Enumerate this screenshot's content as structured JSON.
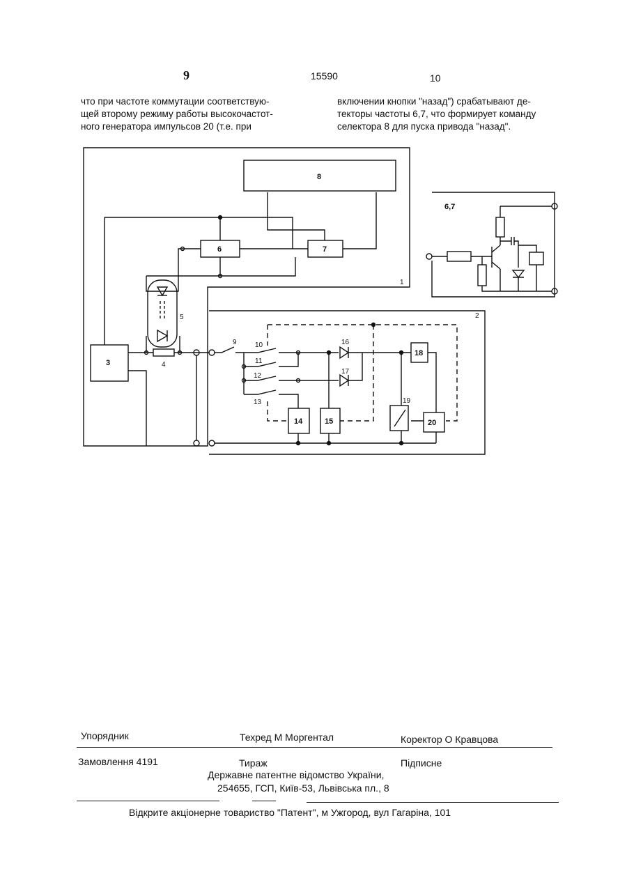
{
  "header": {
    "page_left": "9",
    "patent_number": "15590",
    "page_right": "10"
  },
  "text": {
    "left_lines": [
      "что при частоте коммутации соответствую-",
      "щей второму режиму работы высокочастот-",
      "ного генератора импульсов 20 (т.е. при"
    ],
    "right_lines": [
      "включении кнопки \"назад\") срабатывают де-",
      "текторы частоты 6,7, что формирует команду",
      "селектора 8 для пуска привода \"назад\"."
    ]
  },
  "figure": {
    "labels": {
      "b8": "8",
      "b6": "6",
      "b7": "7",
      "b3": "3",
      "r4": "4",
      "opto5": "5",
      "loop1": "1",
      "loop2": "2",
      "sw9": "9",
      "k10": "10",
      "k11": "11",
      "k12": "12",
      "k13": "13",
      "b14": "14",
      "b15": "15",
      "d16": "16",
      "d17": "17",
      "b18": "18",
      "s19": "19",
      "b20": "20",
      "inset": "6,7"
    }
  },
  "imprint": {
    "compiler": "Упорядник",
    "techred": "Техред М Моргентал",
    "corrector": "Коректор О Кравцова",
    "order": "Замовлення 4191",
    "circulation": "Тираж",
    "subscription": "Підписне",
    "office_line1": "Державне патентне відомство України,",
    "office_line2": "254655, ГСП, Київ-53, Львівська пл., 8",
    "publisher": "Відкрите акціонерне товариство \"Патент\", м Ужгород, вул Гагаріна, 101"
  }
}
